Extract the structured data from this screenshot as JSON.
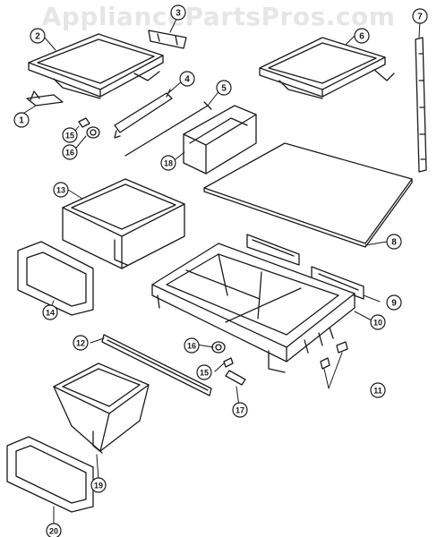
{
  "watermark": "AppliancePartsPros.com",
  "callouts": [
    "1",
    "2",
    "3",
    "4",
    "5",
    "6",
    "7",
    "8",
    "9",
    "10",
    "11",
    "12",
    "13",
    "14",
    "15",
    "16",
    "15",
    "16",
    "17",
    "18",
    "19",
    "20"
  ],
  "colors": {
    "line": "#1a1a1a",
    "fill": "#ffffff",
    "shade": "#d9d9d9",
    "watermark": "#e6e6e6"
  }
}
